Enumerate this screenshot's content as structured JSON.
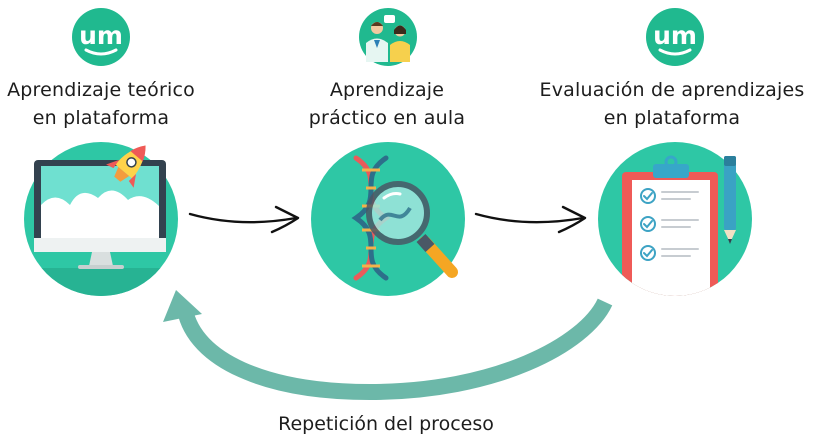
{
  "colors": {
    "teal_circle": "#2ec7a5",
    "brand_teal": "#20b98f",
    "loop_arrow": "#6cb8a9",
    "text": "#1d1d1d"
  },
  "steps": [
    {
      "top_icon": "um-logo-icon",
      "illustration": "monitor-rocket-icon",
      "label_lines": [
        "Aprendizaje teórico",
        "en plataforma"
      ]
    },
    {
      "top_icon": "people-meeting-icon",
      "illustration": "dna-magnifier-icon",
      "label_lines": [
        "Aprendizaje",
        "práctico en aula"
      ]
    },
    {
      "top_icon": "um-logo-icon",
      "illustration": "clipboard-checklist-icon",
      "label_lines": [
        "Evaluación de aprendizajes",
        "en plataforma"
      ]
    }
  ],
  "logo_text": "um",
  "loop": {
    "caption": "Repetición del proceso",
    "icon": "curved-return-arrow-icon"
  },
  "connectors": [
    "hand-drawn-arrow-icon",
    "hand-drawn-arrow-icon"
  ]
}
